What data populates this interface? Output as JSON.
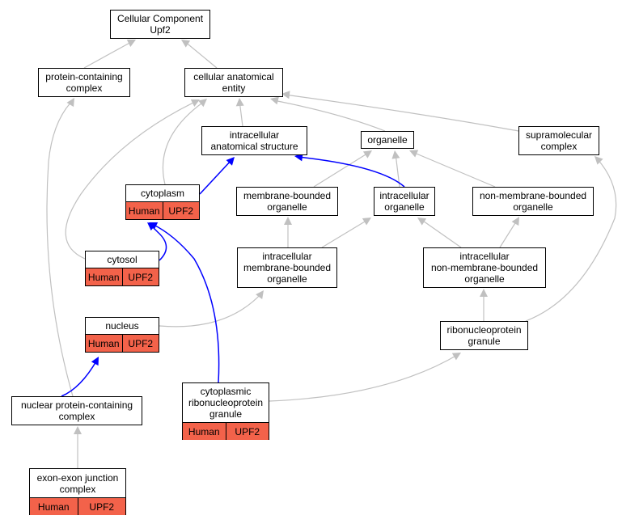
{
  "colors": {
    "grey_edge": "#c0c0c0",
    "blue_edge": "#0000ff",
    "annotation_fill": "#f3624a"
  },
  "nodes": {
    "root": {
      "text": "Cellular Component\nUpf2"
    },
    "protein_complex": {
      "text": "protein-containing\ncomplex"
    },
    "cell_anat": {
      "text": "cellular anatomical\nentity"
    },
    "intra_anat": {
      "text": "intracellular\nanatomical structure"
    },
    "organelle": {
      "text": "organelle"
    },
    "supramolecular": {
      "text": "supramolecular\ncomplex"
    },
    "cytoplasm": {
      "text": "cytoplasm",
      "species": "Human",
      "gene": "UPF2"
    },
    "membrane_bounded": {
      "text": "membrane-bounded\norganelle"
    },
    "intra_organelle": {
      "text": "intracellular\norganelle"
    },
    "non_membrane": {
      "text": "non-membrane-bounded\norganelle"
    },
    "cytosol": {
      "text": "cytosol",
      "species": "Human",
      "gene": "UPF2"
    },
    "intra_membrane": {
      "text": "intracellular\nmembrane-bounded\norganelle"
    },
    "intra_non_membrane": {
      "text": "intracellular\nnon-membrane-bounded\norganelle"
    },
    "nucleus": {
      "text": "nucleus",
      "species": "Human",
      "gene": "UPF2"
    },
    "rnp_granule": {
      "text": "ribonucleoprotein\ngranule"
    },
    "nuclear_complex": {
      "text": "nuclear protein-containing\ncomplex"
    },
    "cyto_rnp": {
      "text": "cytoplasmic\nribonucleoprotein\ngranule",
      "species": "Human",
      "gene": "UPF2"
    },
    "ejc": {
      "text": "exon-exon junction\ncomplex",
      "species": "Human",
      "gene": "UPF2"
    }
  }
}
